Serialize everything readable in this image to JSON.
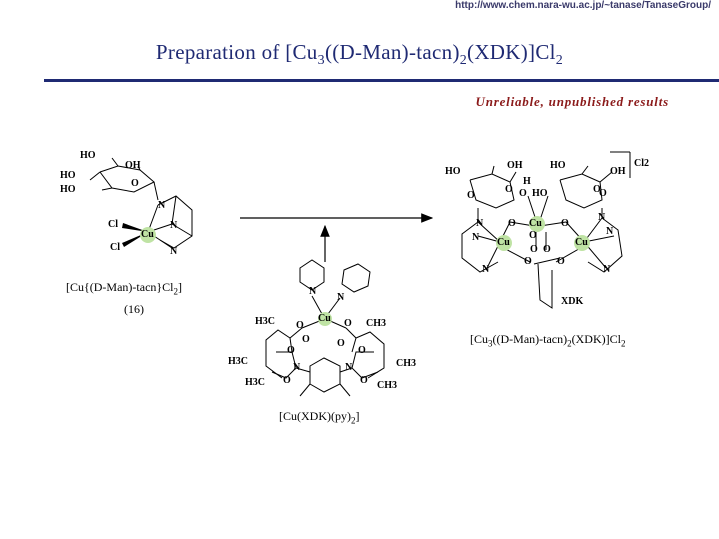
{
  "header": {
    "url": "http://www.chem.nara-wu.ac.jp/~tanase/TanaseGroup/",
    "title_pre": "Preparation of [Cu",
    "title_sub1": "3",
    "title_mid": "((D-Man)-tacn)",
    "title_sub2": "2",
    "title_post": "(XDK)]Cl",
    "title_sub3": "2",
    "warning": "Unreliable, unpublished results"
  },
  "compounds": {
    "left": {
      "label_pre": "[Cu{(D-Man)-tacn}Cl",
      "label_sub": "2",
      "label_post": "]",
      "number": "(16)"
    },
    "middle": {
      "label_pre": "[Cu(XDK)(py)",
      "label_sub": "2",
      "label_post": "]"
    },
    "right": {
      "label_pre": "[Cu",
      "label_sub1": "3",
      "label_mid": "((D-Man)-tacn)",
      "label_sub2": "2",
      "label_post": "(XDK)]Cl",
      "label_sub3": "2"
    }
  },
  "atoms": {
    "cu": "Cu",
    "n": "N",
    "o": "O",
    "cl": "Cl",
    "ho": "HO",
    "oh": "OH",
    "h": "H",
    "h3c": "H3C",
    "ch3": "CH3",
    "xdk": "XDK",
    "cl2": "Cl2"
  },
  "colors": {
    "title": "#1f2a73",
    "warning": "#8b1a1a",
    "cu_fill": "#bfe3a4"
  }
}
